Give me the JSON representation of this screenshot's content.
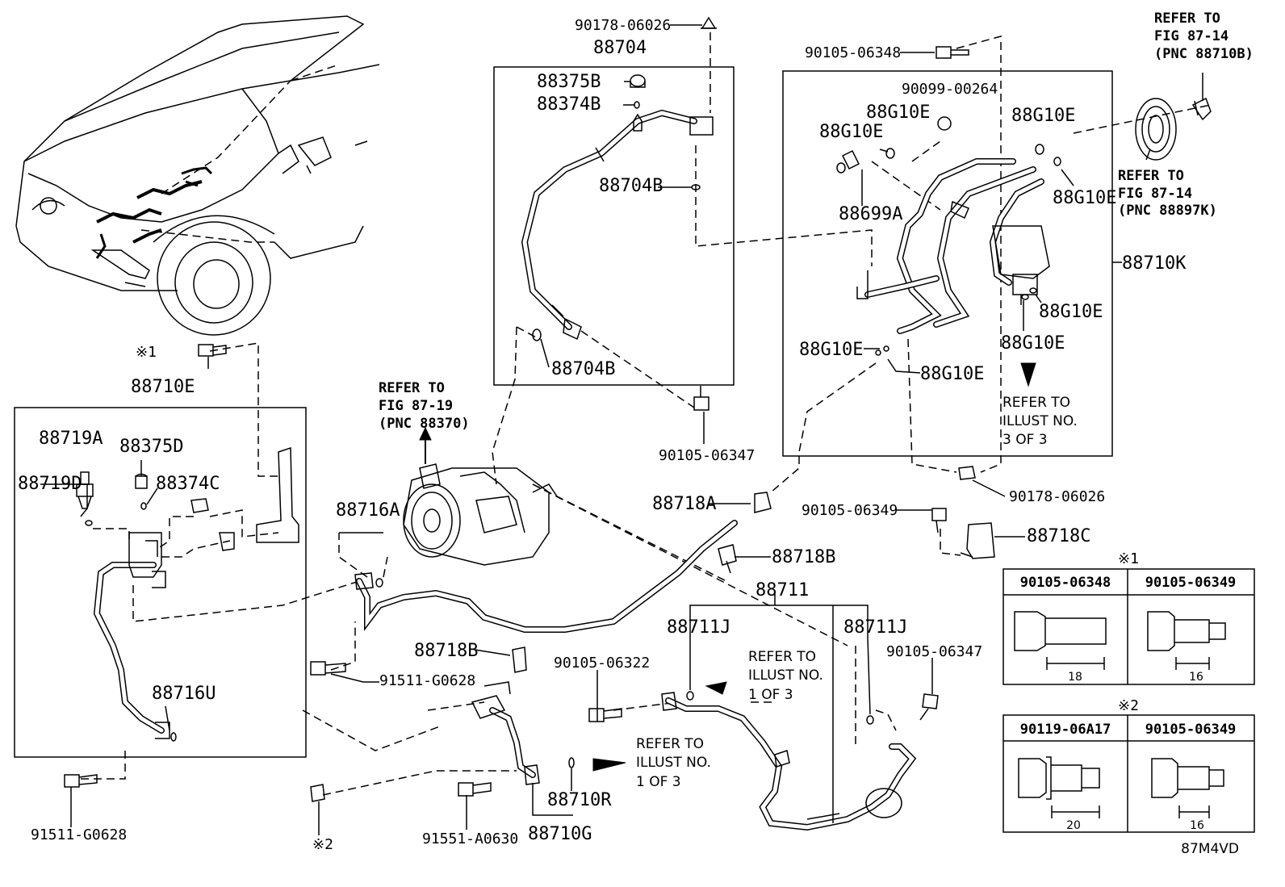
{
  "labels": {
    "p90178_06026_top": "90178-06026",
    "p88704": "88704",
    "p88375B": "88375B",
    "p88374B": "88374B",
    "p88704B_a": "88704B",
    "p88704B_b": "88704B",
    "p90105_06347_a": "90105-06347",
    "p90105_06348": "90105-06348",
    "p90099_00264": "90099-00264",
    "p88G10E_1": "88G10E",
    "p88G10E_2": "88G10E",
    "p88G10E_3": "88G10E",
    "p88G10E_4": "88G10E",
    "p88G10E_5": "88G10E",
    "p88G10E_6": "88G10E",
    "p88G10E_7": "88G10E",
    "p88G10E_8": "88G10E",
    "p88699A": "88699A",
    "p88710K": "88710K",
    "p90178_06026_b": "90178-06026",
    "p88710E": "88710E",
    "p88719A": "88719A",
    "p88719D": "88719D",
    "p88375D": "88375D",
    "p88374C": "88374C",
    "p88716A": "88716A",
    "p88716U": "88716U",
    "p91511_G0628_a": "91511-G0628",
    "p91511_G0628_b": "91511-G0628",
    "p88718A": "88718A",
    "p88718B_a": "88718B",
    "p88718B_b": "88718B",
    "p88718C": "88718C",
    "p90105_06349": "90105-06349",
    "p88711": "88711",
    "p88711J_a": "88711J",
    "p88711J_b": "88711J",
    "p90105_06322": "90105-06322",
    "p90105_06347_b": "90105-06347",
    "p88710R": "88710R",
    "p88710G": "88710G",
    "p91551_A0630": "91551-A0630",
    "mark1": "※1",
    "mark2": "※2",
    "mark1_table": "※1",
    "mark2_table": "※2",
    "code": "87M4VD"
  },
  "refs": {
    "fig8714a_l1": "REFER TO",
    "fig8714a_l2": "FIG 87-14",
    "fig8714a_l3": "(PNC 88710B)",
    "fig8714b_l1": "REFER TO",
    "fig8714b_l2": "FIG 87-14",
    "fig8714b_l3": "(PNC 88897K)",
    "fig8719_l1": "REFER TO",
    "fig8719_l2": "FIG 87-19",
    "fig8719_l3": "(PNC 88370)",
    "ill3_l1": "REFER TO",
    "ill3_l2": "ILLUST NO.",
    "ill3_l3": "3 OF 3",
    "ill1a_l1": "REFER TO",
    "ill1a_l2": "ILLUST NO.",
    "ill1a_l3": "1 OF 3",
    "ill1b_l1": "REFER TO",
    "ill1b_l2": "ILLUST NO.",
    "ill1b_l3": "1 OF 3"
  },
  "tables": {
    "t1": {
      "col1": "90105-06348",
      "col2": "90105-06349",
      "dim1": "18",
      "dim2": "16"
    },
    "t2": {
      "col1": "90119-06A17",
      "col2": "90105-06349",
      "dim1": "20",
      "dim2": "16"
    }
  }
}
